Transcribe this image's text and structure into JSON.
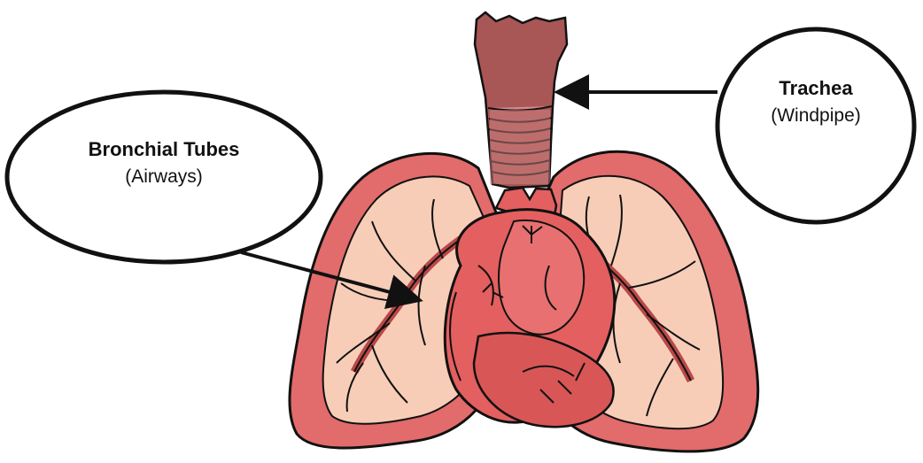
{
  "callouts": {
    "trachea": {
      "title": "Trachea",
      "subtitle": "(Windpipe)"
    },
    "bronchial": {
      "title": "Bronchial Tubes",
      "subtitle": "(Airways)"
    }
  },
  "colors": {
    "lung_outer": "#e26b6b",
    "lung_inner": "#f7cdb7",
    "vessel": "#b94848",
    "heart": "#e45f5f",
    "trachea": "#a85656",
    "trachea_rings": "#d98a8a",
    "outline": "#111111"
  }
}
